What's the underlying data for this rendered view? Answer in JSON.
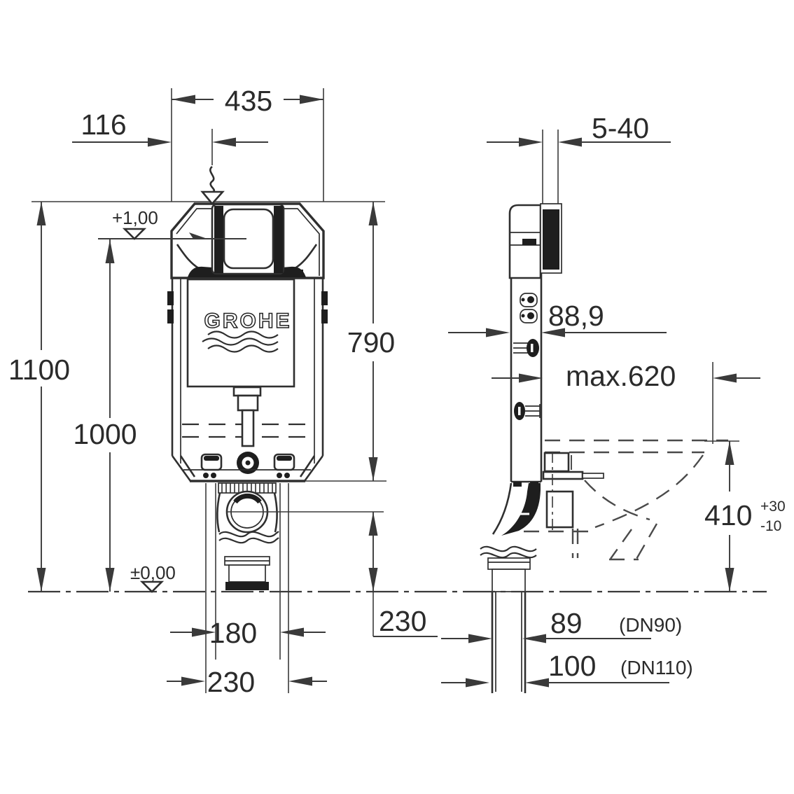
{
  "colors": {
    "background": "#ffffff",
    "line": "#2f2f2f",
    "dimension_line": "#3a3a3a",
    "dark_fill": "#1e1e1e",
    "hidden_dash": "#4a4a4a",
    "text": "#2b2b2b"
  },
  "brand": {
    "logo_text": "GROHE"
  },
  "front_view": {
    "dim_width_top": "435",
    "dim_inlet_offset": "116",
    "dim_total_height": "1100",
    "dim_level_height": "1000",
    "dim_frame_height": "790",
    "level_marker_top": "+1,00",
    "level_marker_floor": "±0,00",
    "dim_outlet_height": "230",
    "dim_drain_offset_inner": "180",
    "dim_drain_offset_outer": "230"
  },
  "side_view": {
    "dim_wall_range": "5-40",
    "dim_frame_depth": "88,9",
    "dim_max_reach": "max.620",
    "dim_bowl_height": "410",
    "dim_bowl_height_tol_plus": "+30",
    "dim_bowl_height_tol_minus": "-10",
    "dim_drain_small": "89",
    "dim_drain_small_note": "(DN90)",
    "dim_drain_large": "100",
    "dim_drain_large_note": "(DN110)"
  }
}
